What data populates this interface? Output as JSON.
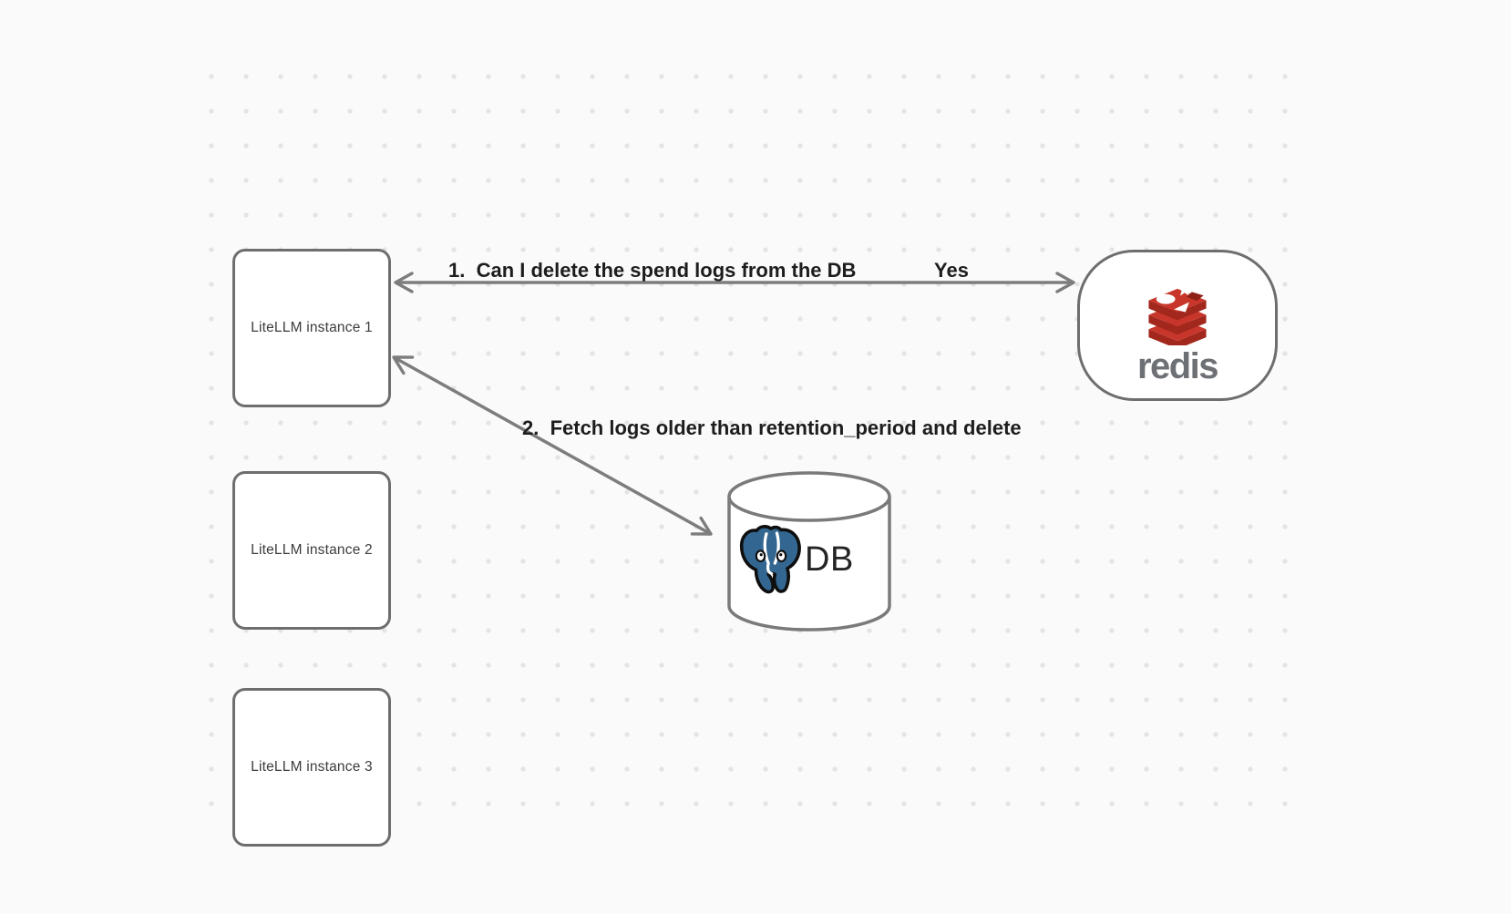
{
  "nodes": {
    "instances": [
      {
        "label": "LiteLLM instance 1"
      },
      {
        "label": "LiteLLM instance 2"
      },
      {
        "label": "LiteLLM instance 3"
      }
    ],
    "redis": {
      "wordmark": "redis",
      "logo_icon": "redis-stack-icon"
    },
    "database": {
      "label": "DB",
      "logo_icon": "postgresql-elephant-icon"
    }
  },
  "edges": {
    "redis_query": {
      "label": "1.  Can I delete the spend logs from the DB",
      "response": "Yes",
      "direction": "bidirectional",
      "from": "LiteLLM instance 1",
      "to": "redis"
    },
    "db_fetch": {
      "label": "2.  Fetch logs older than retention_period and delete",
      "direction": "bidirectional",
      "from": "LiteLLM instance 1",
      "to": "DB"
    }
  },
  "colors": {
    "background": "#fafafa",
    "grid_dot": "#e4e4e4",
    "node_border": "#6e6e6e",
    "arrow": "#7d7d7d",
    "label_text": "#1d1d1d",
    "node_text": "#3c3c3c",
    "redis_red": "#c8362b",
    "redis_red_dark": "#a2271d",
    "redis_notch_red": "#8d2017",
    "redis_wordmark_gray": "#6d7175",
    "postgres_blue": "#336791"
  }
}
